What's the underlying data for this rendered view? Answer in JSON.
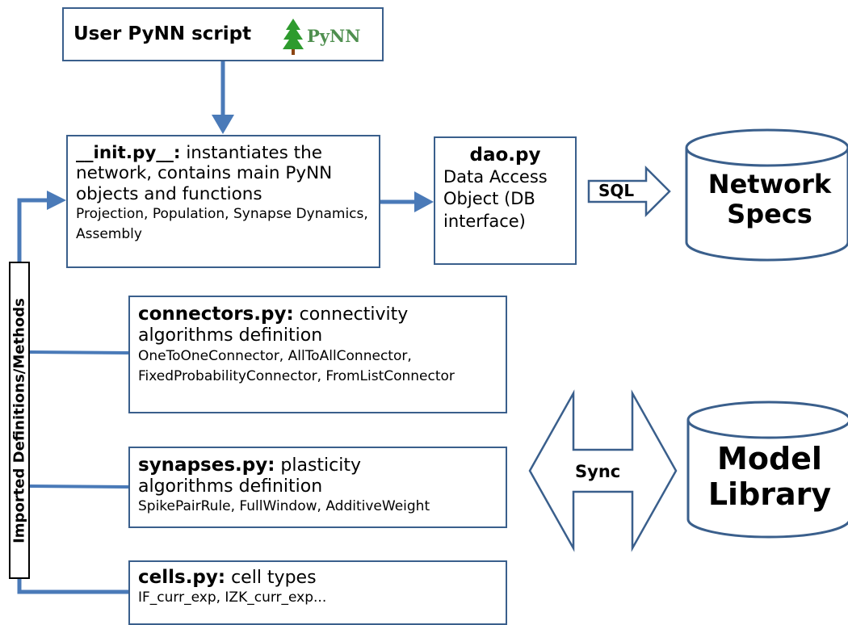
{
  "user_script": {
    "label": "User PyNN script",
    "logo_text": "PyNN"
  },
  "init": {
    "name": "__init.py__:",
    "desc_inline": " instantiates the",
    "desc_rest": "network, contains main PyNN objects and functions",
    "members": "Projection, Population, Synapse Dynamics, Assembly"
  },
  "dao": {
    "name": "dao.py",
    "desc": "Data Access Object (DB interface)"
  },
  "connectors": {
    "name": "connectors.py:",
    "desc_inline": " connectivity",
    "desc_rest": "algorithms definition",
    "members": "OneToOneConnector, AllToAllConnector, FixedProbabilityConnector, FromListConnector"
  },
  "synapses": {
    "name": "synapses.py:",
    "desc_inline": " plasticity",
    "desc_rest": "algorithms definition",
    "members": "SpikePairRule, FullWindow, AdditiveWeight"
  },
  "cells": {
    "name": "cells.py:",
    "desc_inline": " cell types",
    "members": "IF_curr_exp, IZK_curr_exp..."
  },
  "side_label": "Imported Definitions/Methods",
  "arrows": {
    "sql": "SQL",
    "sync": "Sync"
  },
  "stores": {
    "network_specs": "Network Specs",
    "model_library": "Model Library"
  },
  "colors": {
    "line": "#4a7ab8",
    "border": "#3a5f8c",
    "store": "#3a5f8c"
  }
}
